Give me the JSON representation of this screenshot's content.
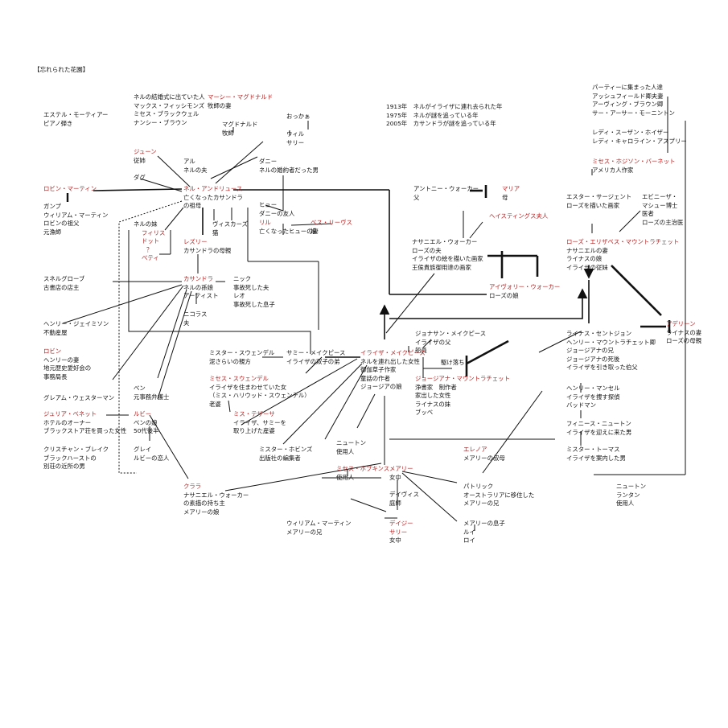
{
  "title": "【忘れられた花園】",
  "colors": {
    "name": "#b22222",
    "text": "#111111",
    "line": "#111111"
  },
  "nodes": [
    {
      "id": "estelle",
      "lines": [
        "エステル・モーティアー",
        "ピアノ弾き"
      ]
    },
    {
      "id": "nell_wedding",
      "lines": [
        "ネルの結婚式に出ていた人",
        "マックス・フィッシモンズ",
        "ミセス・ブラックウェル",
        "ナンシー・ブラウン"
      ]
    },
    {
      "id": "mercy",
      "name": "マーシー・マグドナルド",
      "lines": [
        "牧師の妻"
      ]
    },
    {
      "id": "magdonald",
      "lines": [
        "マグドナルド",
        "牧師"
      ]
    },
    {
      "id": "okka",
      "lines": [
        "おっかぁ"
      ]
    },
    {
      "id": "will",
      "lines": [
        "ウィル",
        "サリー"
      ]
    },
    {
      "id": "timeline",
      "lines": [
        "1913年　ネルがイライザに連れ去られた年",
        "1975年　ネルが謎を追っている年",
        "2005年　カサンドラが謎を追っている年"
      ]
    },
    {
      "id": "party",
      "lines": [
        "パーティーに集まった人達",
        "アッシュフィールド卿夫妻",
        "アーヴィング・ブラウン卿",
        "サー・アーサー・モーニントン"
      ]
    },
    {
      "id": "lady",
      "lines": [
        "レディ・スーザン・ホイザー",
        "レディ・キャロライン・アスプリー"
      ]
    },
    {
      "id": "barnett",
      "name": "ミセス・ホジソン・バーネット",
      "lines": [
        "アメリカ人作家"
      ]
    },
    {
      "id": "june",
      "name": "ジューン",
      "lines": [
        "従姉"
      ]
    },
    {
      "id": "dag",
      "lines": [
        "ダグ"
      ]
    },
    {
      "id": "al",
      "lines": [
        "アル",
        "ネルの夫"
      ]
    },
    {
      "id": "danny",
      "lines": [
        "ダニー",
        "ネルの婚約者だった男"
      ]
    },
    {
      "id": "robin_martin",
      "name": "ロビン・マーティン",
      "lines": []
    },
    {
      "id": "nell",
      "name": "ネル・アンドリュース",
      "lines": [
        "亡くなったカサンドラ",
        "の祖母"
      ]
    },
    {
      "id": "gump",
      "lines": [
        "ガンプ",
        "ウィリアム・マーティン",
        "ロビンの祖父",
        "元漁師"
      ]
    },
    {
      "id": "hugh",
      "lines": [
        "ヒュー",
        "ダニーの友人"
      ]
    },
    {
      "id": "lil",
      "name": "リル",
      "lines": [
        "亡くなったヒューの妻"
      ]
    },
    {
      "id": "bess",
      "name": "ベス・リーヴス",
      "lines": [
        "娘"
      ]
    },
    {
      "id": "anthony",
      "lines": [
        "アントニー・ウォーカー",
        "父"
      ]
    },
    {
      "id": "maria",
      "name": "マリア",
      "lines": [
        "母"
      ]
    },
    {
      "id": "hastings",
      "name": "ヘイスティングス夫人",
      "lines": []
    },
    {
      "id": "esther",
      "lines": [
        "エスター・サージェント",
        "ローズを描いた画家"
      ]
    },
    {
      "id": "ebenezer",
      "lines": [
        "エビニーザ・",
        "マシュー博士",
        "医者",
        "ローズの主治医"
      ]
    },
    {
      "id": "nell_sis",
      "lines": [
        "ネルの妹"
      ],
      "names": [
        "フィリス",
        "ドット",
        "？",
        "ベティ"
      ]
    },
    {
      "id": "vis",
      "lines": [
        "ヴィスカーズ",
        "猫"
      ]
    },
    {
      "id": "lesley",
      "name": "レズリー",
      "lines": [
        "カサンドラの母親"
      ]
    },
    {
      "id": "nathaniel",
      "lines": [
        "ナサニエル・ウォーカー",
        "ローズの夫",
        "イライザの絵を描いた画家",
        "王侯貴族御用達の画家"
      ]
    },
    {
      "id": "rose",
      "name": "ローズ・エリザベス・マウントラチェット",
      "lines": [
        "ナサニエルの妻",
        "ライナスの娘",
        "イライザの従妹"
      ]
    },
    {
      "id": "snell",
      "lines": [
        "スネルグローブ",
        "古書店の店主"
      ]
    },
    {
      "id": "cassandra",
      "name": "カサンドラ",
      "lines": [
        "ネルの孫娘",
        "アーティスト"
      ]
    },
    {
      "id": "nick",
      "lines": [
        "ニック",
        "事故死した夫",
        "レオ",
        "事故死した息子"
      ]
    },
    {
      "id": "ivory",
      "name": "アイヴォリー・ウォーカー",
      "lines": [
        "ローズの娘"
      ]
    },
    {
      "id": "nicolas",
      "lines": [
        "ニコラス",
        "夫"
      ]
    },
    {
      "id": "henry_j",
      "lines": [
        "ヘンリー・ジェイミソン",
        "不動産屋"
      ]
    },
    {
      "id": "jonathan",
      "lines": [
        "ジョナサン・メイクピース",
        "イライザの父",
        "船員"
      ]
    },
    {
      "id": "linus",
      "lines": [
        "ライナス・セントジョン",
        "ヘンリー・マウントラチェット卿",
        "ジョージアナの兄",
        "ジョージアナの死後",
        "イライザを引き取った伯父"
      ]
    },
    {
      "id": "adeline",
      "name": "アデリーン",
      "lines": [
        "ライナスの妻",
        "ローズの母親"
      ]
    },
    {
      "id": "robin",
      "name": "ロビン",
      "lines": [
        "ヘンリーの妻",
        "地元歴史愛好会の",
        "事務局長"
      ]
    },
    {
      "id": "sweindle",
      "lines": [
        "ミスター・スウェンデル",
        "泥さらいの親方"
      ]
    },
    {
      "id": "sammy",
      "lines": [
        "サミー・メイクピース",
        "イライザの双子の弟"
      ]
    },
    {
      "id": "eliza",
      "name": "イライザ・メイクピース",
      "lines": [
        "ネルを連れ出した女性",
        "御伽草子作家",
        "童話の作者",
        "ジョージアの娘"
      ]
    },
    {
      "id": "elope",
      "lines": [
        "駆け落ち"
      ]
    },
    {
      "id": "georgiana",
      "name": "ジョージアナ・マウントラチェット",
      "lines": [
        "浄書家　制作者",
        "家出した女性",
        "ライナスの妹",
        "ブッベ"
      ]
    },
    {
      "id": "mrs_sweindle",
      "name": "ミセス・スウェンデル",
      "lines": [
        "イライザを住まわせていた女",
        "（ミス・ハリウッド・スウェンデル）",
        "老婆"
      ]
    },
    {
      "id": "greham",
      "lines": [
        "グレアム・ウェスターマン"
      ]
    },
    {
      "id": "ben",
      "lines": [
        "ベン",
        "元事務弁護士"
      ]
    },
    {
      "id": "henry_m",
      "lines": [
        "ヘンリー・マンセル",
        "イライザを捜す探偵",
        "バッドマン"
      ]
    },
    {
      "id": "julia",
      "name": "ジュリア・ベネット",
      "lines": [
        "ホテルのオーナー",
        "ブラックストア荘を買った女性"
      ]
    },
    {
      "id": "ruby",
      "name": "ルビー",
      "lines": [
        "ベンの娘",
        "50代後半"
      ]
    },
    {
      "id": "tether",
      "name": "ミス・テザーサ",
      "lines": [
        "イライザ、サミーを",
        "取り上げた産婆"
      ]
    },
    {
      "id": "phineas",
      "lines": [
        "フィニース・ニュートン",
        "イライザを迎えに来た男"
      ]
    },
    {
      "id": "christian",
      "lines": [
        "クリスチャン・ブレイク",
        "ブラックハーストの",
        "別荘の近所の男"
      ]
    },
    {
      "id": "gray",
      "lines": [
        "グレイ",
        "ルビーの恋人"
      ]
    },
    {
      "id": "newton1",
      "lines": [
        "ニュートン",
        "使用人"
      ]
    },
    {
      "id": "hobbins",
      "lines": [
        "ミスター・ホビンズ",
        "出版社の編集者"
      ]
    },
    {
      "id": "elenor",
      "name": "エレノア",
      "lines": [
        "メアリーの叔母"
      ]
    },
    {
      "id": "thomas",
      "lines": [
        "ミスター・トーマス",
        "イライザを案内した男"
      ]
    },
    {
      "id": "hopkins",
      "name": "ミセス・ホプキンス",
      "lines": [
        "使用人"
      ]
    },
    {
      "id": "mary",
      "name": "メアリー",
      "lines": [
        "女中"
      ]
    },
    {
      "id": "clara",
      "name": "クララ",
      "lines": [
        "ナサニエル・ウォーカー",
        "の素描の持ち主",
        "メアリーの娘"
      ]
    },
    {
      "id": "patrick",
      "lines": [
        "パトリック",
        "オーストラリアに移住した",
        "メアリーの兄"
      ]
    },
    {
      "id": "newton2",
      "lines": [
        "ニュートン",
        "ランタン",
        "使用人"
      ]
    },
    {
      "id": "davis",
      "lines": [
        "デイヴィス",
        "庭師"
      ]
    },
    {
      "id": "william_m",
      "lines": [
        "ウィリアム・マーティン",
        "メアリーの兄"
      ]
    },
    {
      "id": "daisy",
      "names": [
        "デイジー",
        "サリー"
      ],
      "lines": [
        "女中"
      ]
    },
    {
      "id": "mary_sons",
      "lines": [
        "メアリーの息子",
        "ルイ",
        "ロイ"
      ]
    }
  ]
}
